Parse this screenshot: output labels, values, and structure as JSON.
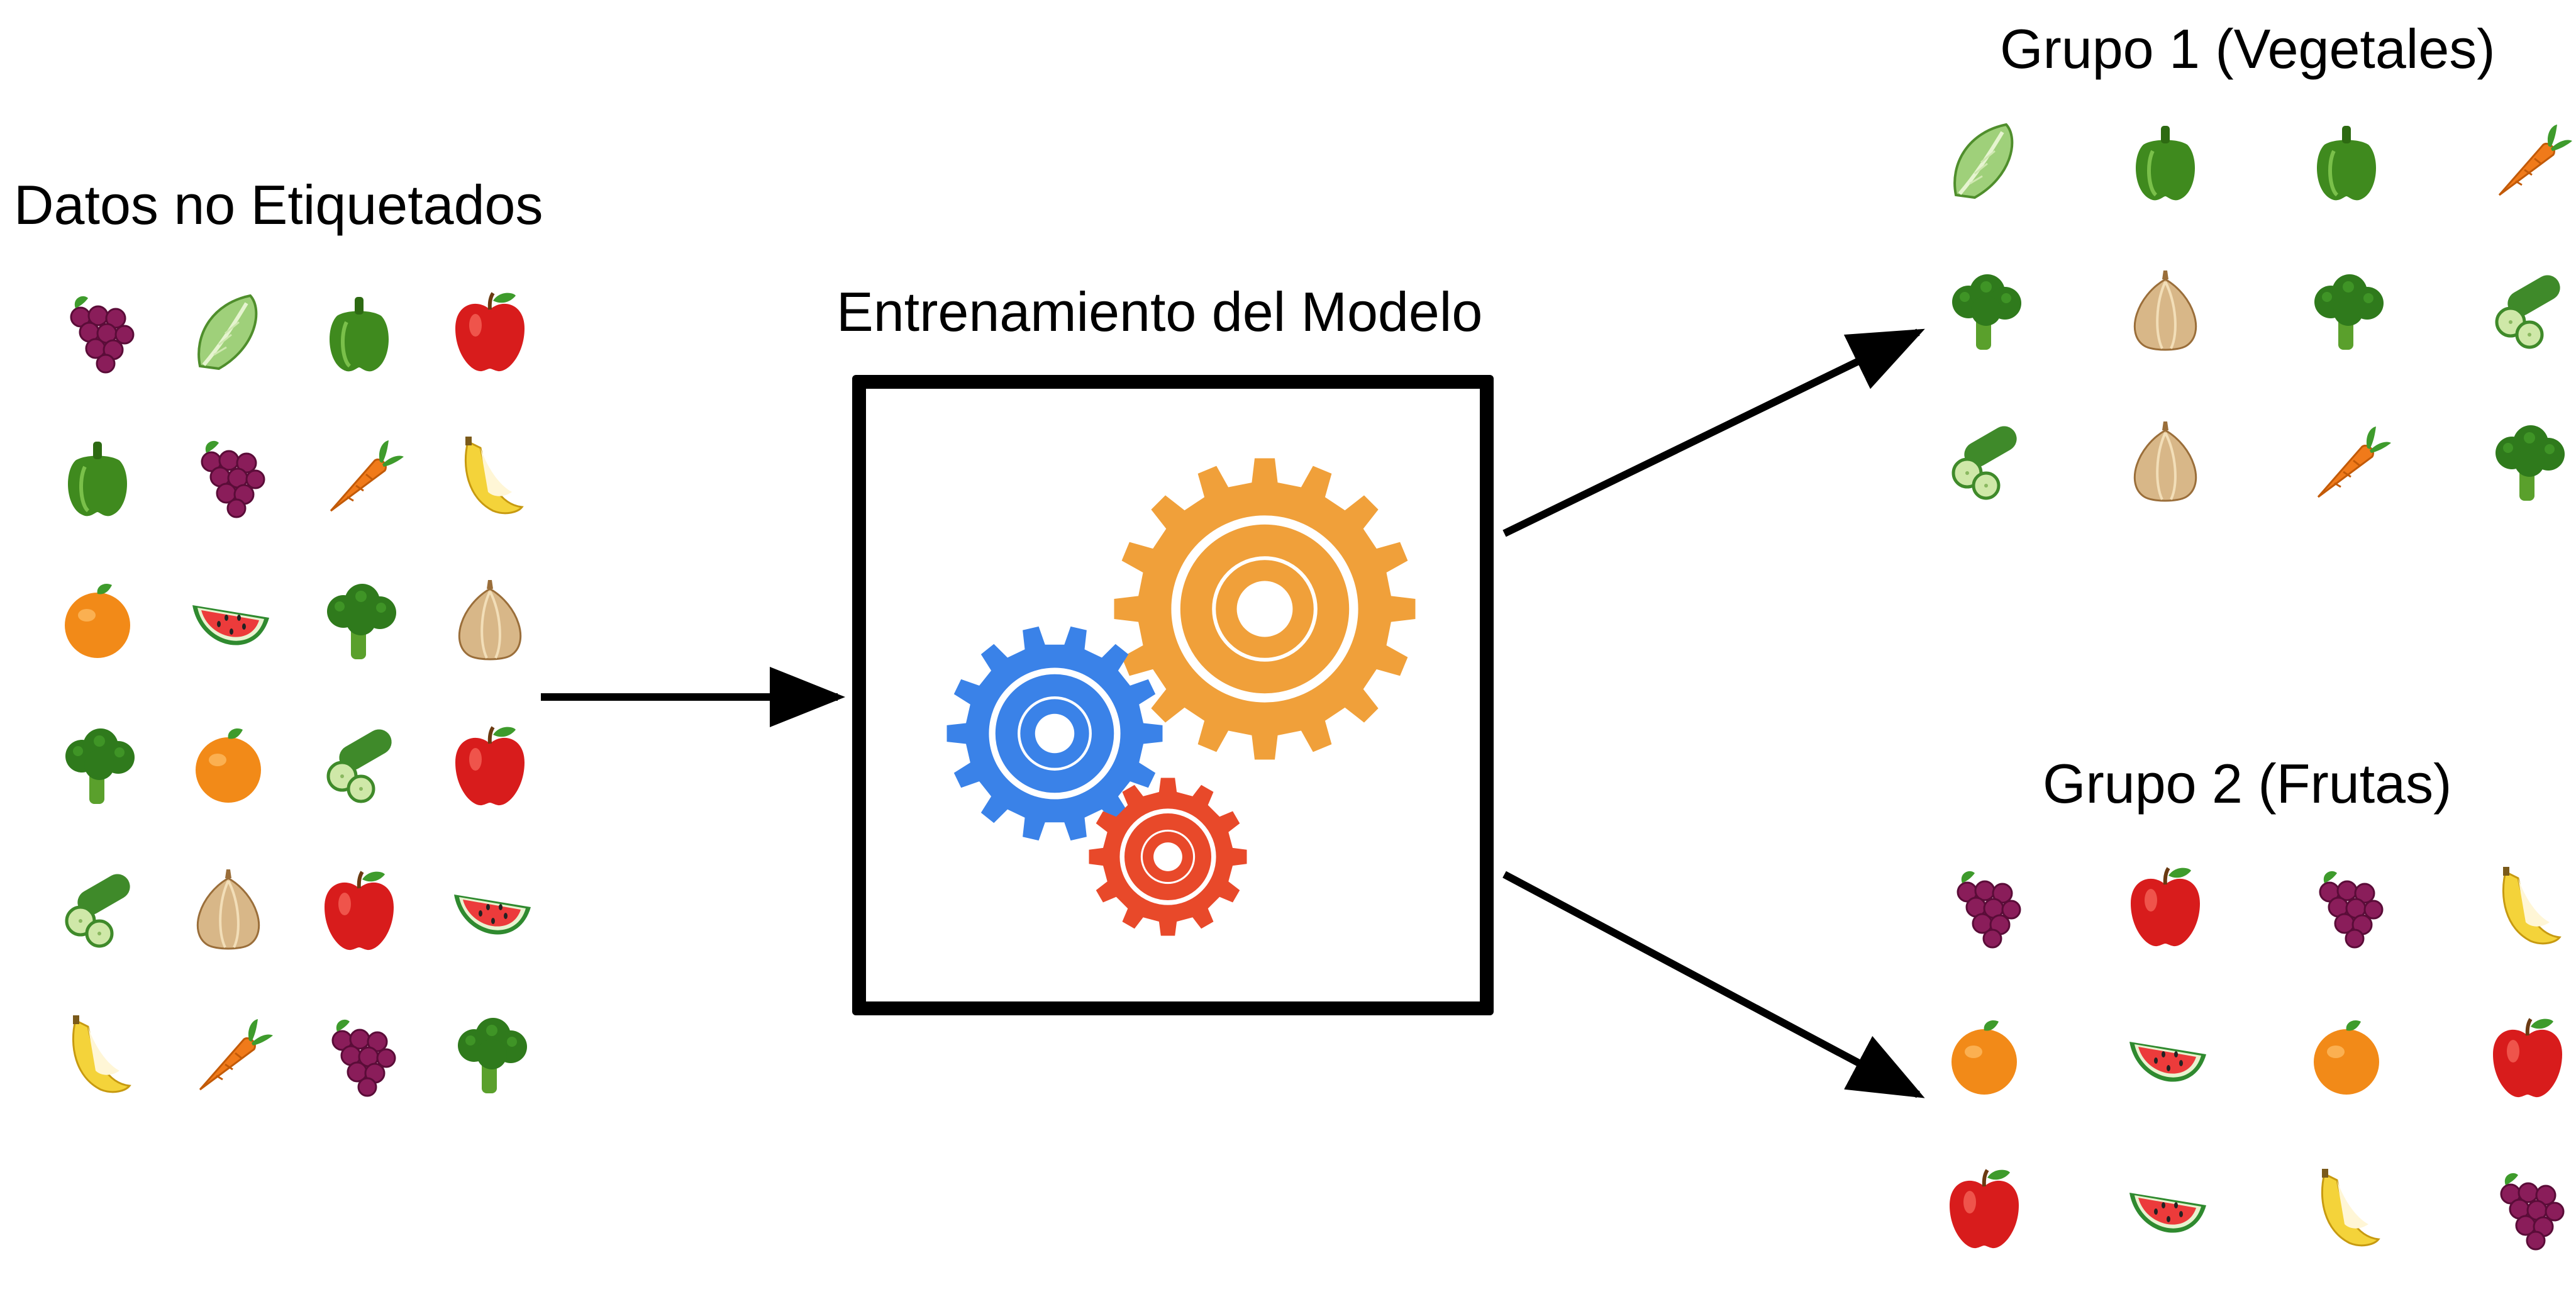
{
  "labels": {
    "unlabeled": "Datos no Etiquetados",
    "training": "Entrenamiento del Modelo",
    "group1": "Grupo 1 (Vegetales)",
    "group2": "Grupo 2 (Frutas)"
  },
  "unlabeled_items": [
    [
      "grapes",
      "lettuce",
      "pepper",
      "apple"
    ],
    [
      "pepper",
      "grapes",
      "carrot",
      "banana"
    ],
    [
      "orange",
      "watermelon",
      "broccoli",
      "onion"
    ],
    [
      "broccoli",
      "orange",
      "cucumber",
      "apple"
    ],
    [
      "cucumber",
      "onion",
      "apple",
      "watermelon"
    ],
    [
      "banana",
      "carrot",
      "grapes",
      "broccoli"
    ]
  ],
  "group1_items": [
    [
      "lettuce",
      "pepper",
      "pepper",
      "carrot"
    ],
    [
      "broccoli",
      "onion",
      "broccoli",
      "cucumber"
    ],
    [
      "cucumber",
      "onion",
      "carrot",
      "broccoli"
    ]
  ],
  "group2_items": [
    [
      "grapes",
      "apple",
      "grapes",
      "banana"
    ],
    [
      "orange",
      "watermelon",
      "orange",
      "apple"
    ],
    [
      "apple",
      "watermelon",
      "banana",
      "grapes"
    ]
  ],
  "colors": {
    "gear_large": "#f0a03a",
    "gear_medium": "#3a82e8",
    "gear_small": "#e8492a",
    "arrow": "#000000"
  }
}
